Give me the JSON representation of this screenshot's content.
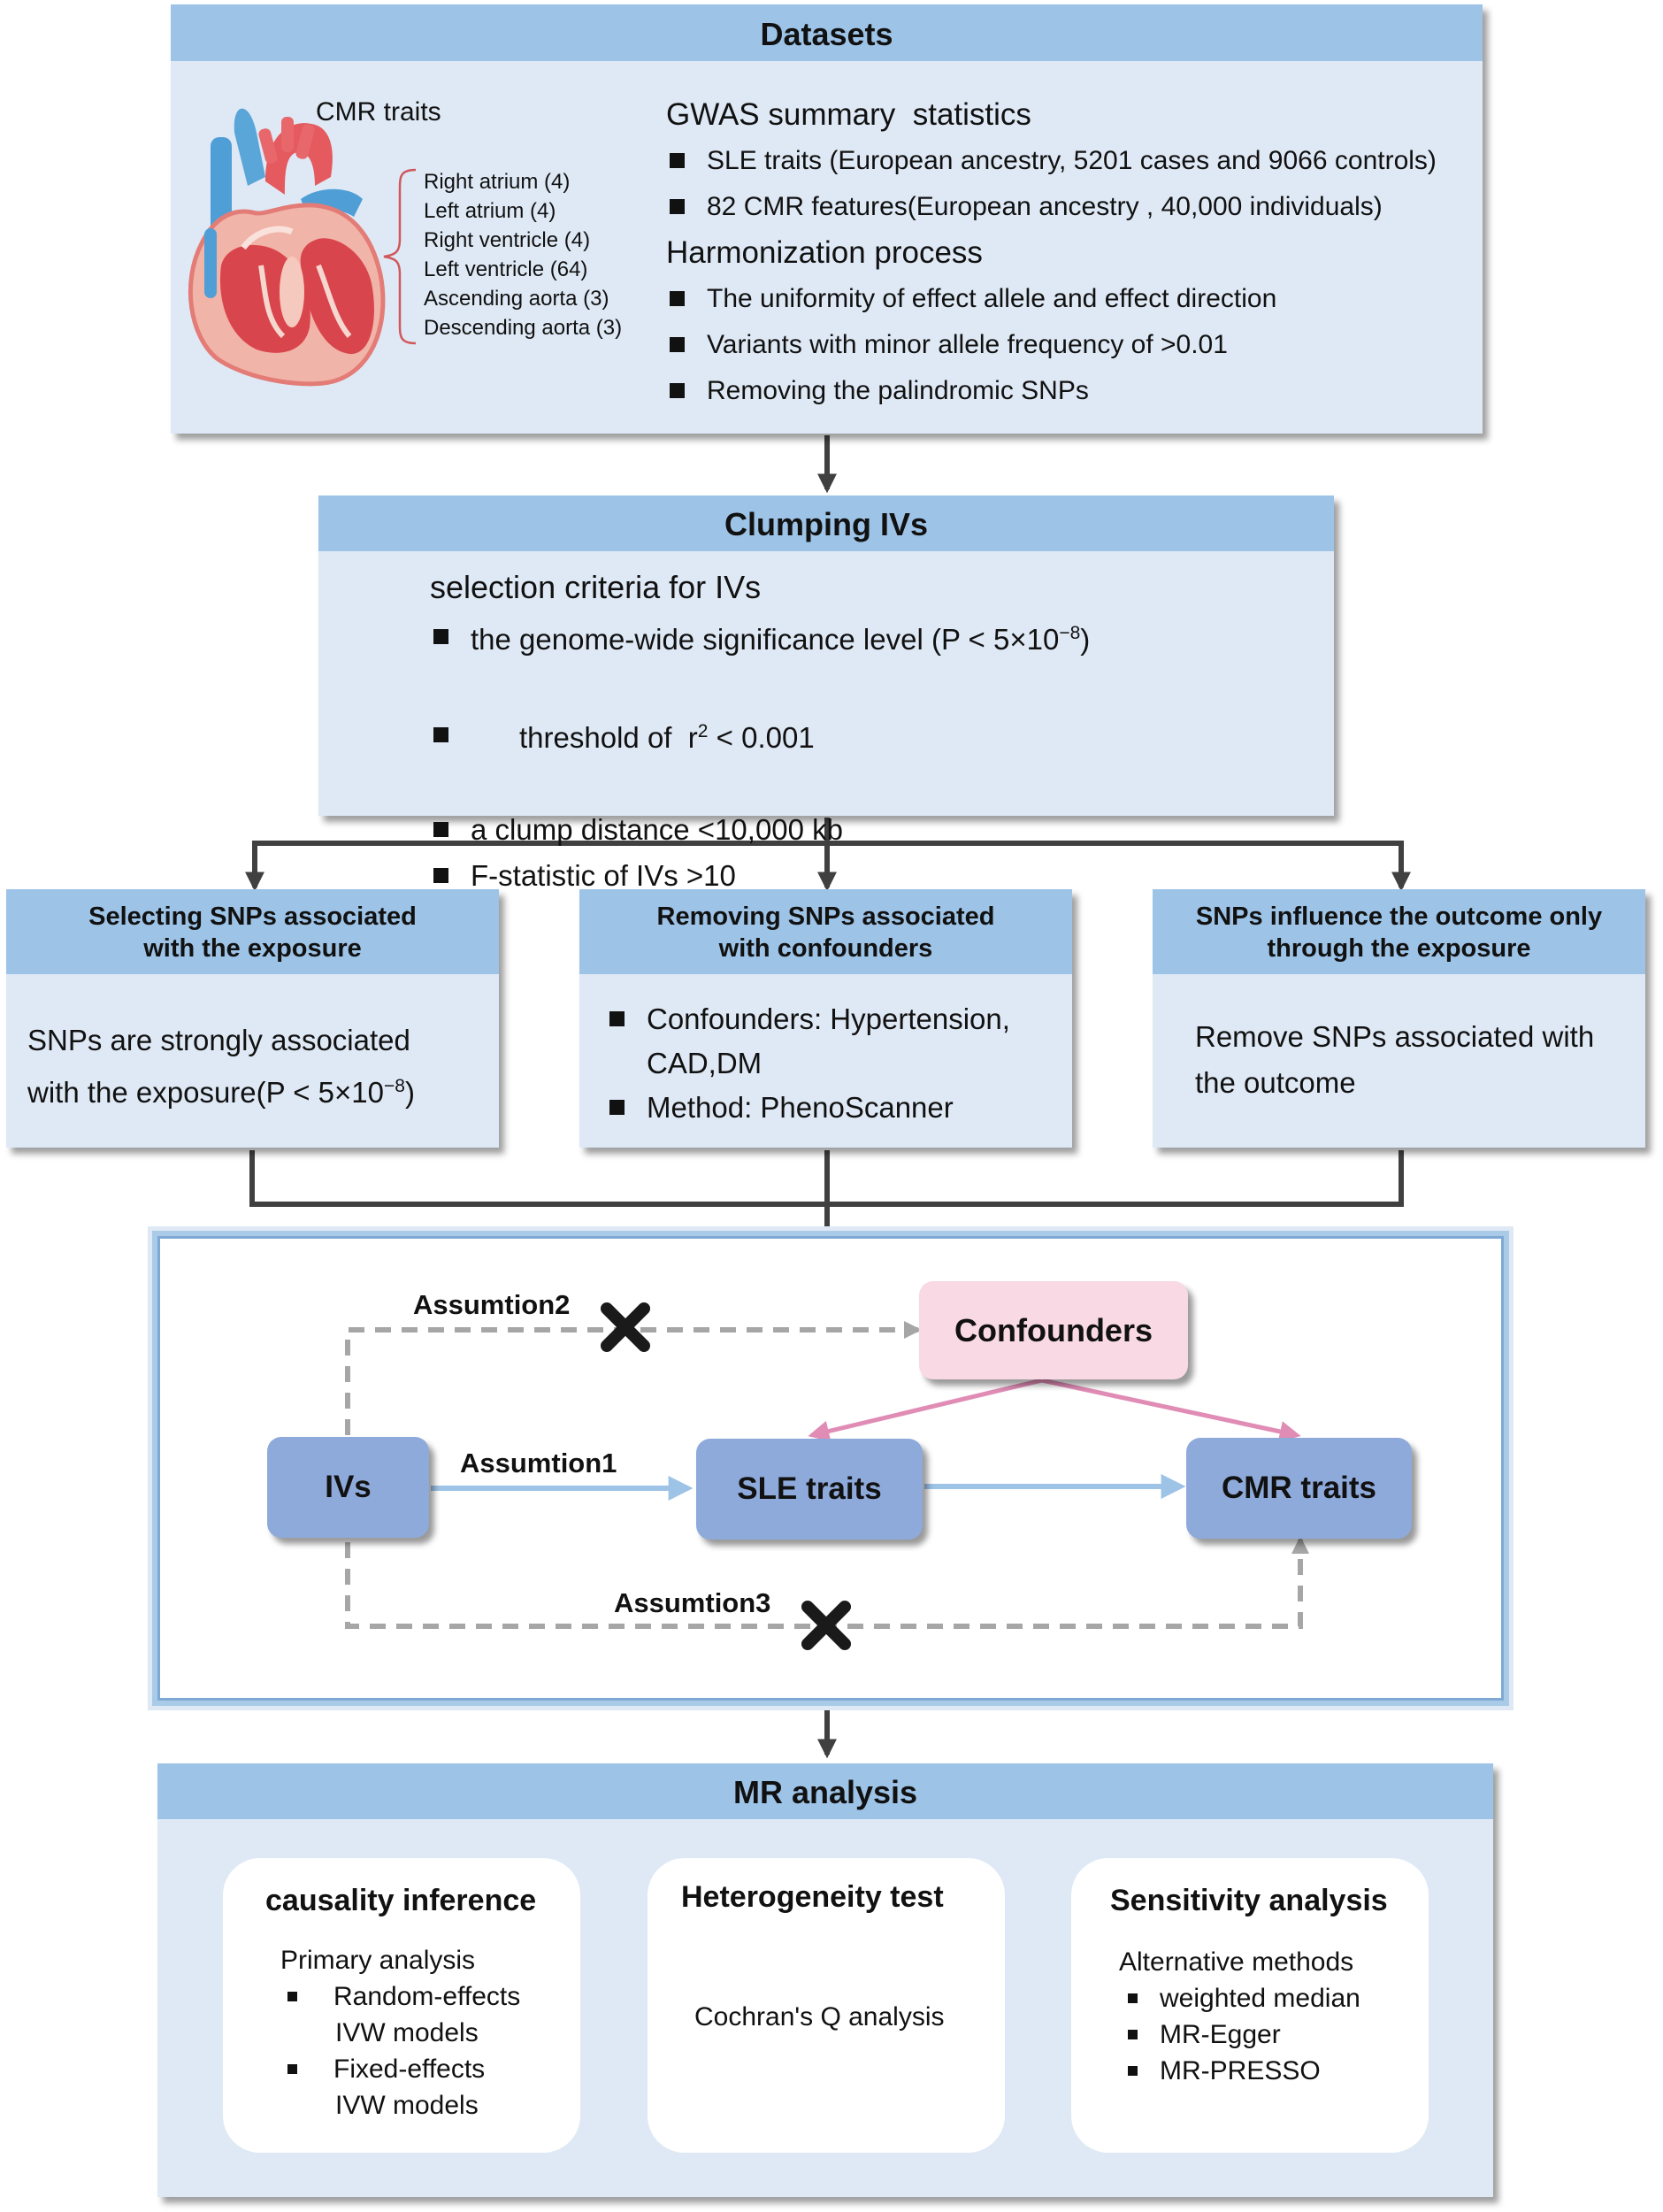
{
  "datasets": {
    "title": "Datasets",
    "cmr_traits_label": "CMR traits",
    "cmr_items": [
      "Right atrium (4)",
      "Left atrium (4)",
      "Right ventricle (4)",
      "Left ventricle (64)",
      "Ascending aorta (3)",
      "Descending aorta (3)"
    ],
    "gwas_heading": "GWAS summary  statistics",
    "gwas_items": [
      "SLE traits (European ancestry, 5201 cases and 9066 controls)",
      "82 CMR features(European ancestry , 40,000 individuals)"
    ],
    "harmonization_heading": "Harmonization process",
    "harmonization_items": [
      "The uniformity of effect allele and effect direction",
      "Variants with minor allele frequency of >0.01",
      "Removing the palindromic SNPs"
    ]
  },
  "clumping": {
    "title": "Clumping IVs",
    "heading": "selection criteria for IVs",
    "item1_prefix": "the genome-wide significance level (P < 5×10",
    "item1_exp": "−8",
    "item1_suffix": ")",
    "item2_prefix": "threshold of  r",
    "item2_exp": "2",
    "item2_suffix": " < 0.001",
    "item3": "a clump distance <10,000 kb",
    "item4": "F-statistic of IVs >10"
  },
  "selecting": {
    "title_line1": "Selecting SNPs associated",
    "title_line2": "with the exposure",
    "body_line1": "SNPs are strongly associated",
    "body_line2_prefix": "with the exposure(P < 5×10",
    "body_line2_exp": "−8",
    "body_line2_suffix": ")"
  },
  "removing": {
    "title_line1": "Removing SNPs associated",
    "title_line2": "with confounders",
    "item1_line1": "Confounders: Hypertension,",
    "item1_line2": "CAD,DM",
    "item2": "Method: PhenoScanner"
  },
  "influence": {
    "title_line1": "SNPs influence the outcome only",
    "title_line2": "through the exposure",
    "body_line1": "Remove SNPs associated with",
    "body_line2": "the outcome"
  },
  "assumptions": {
    "ivs": "IVs",
    "sle_traits": "SLE traits",
    "cmr_traits": "CMR traits",
    "confounders": "Confounders",
    "assumption1": "Assumtion1",
    "assumption2": "Assumtion2",
    "assumption3": "Assumtion3"
  },
  "mr": {
    "title": "MR analysis",
    "causality": {
      "title": "causality inference",
      "subheading": "Primary analysis",
      "item1_line1": "Random-effects",
      "item1_line2": "IVW models",
      "item2_line1": "Fixed-effects",
      "item2_line2": "IVW models"
    },
    "heterogeneity": {
      "title": "Heterogeneity test",
      "body": "Cochran's Q analysis"
    },
    "sensitivity": {
      "title": "Sensitivity analysis",
      "subheading": "Alternative methods",
      "items": [
        "weighted median",
        "MR-Egger",
        "MR-PRESSO"
      ]
    }
  },
  "colors": {
    "header_blue": "#9dc3e7",
    "panel_blue": "#dfe9f5",
    "node_blue": "#8eaadb",
    "confounder_pink": "#f8d9e4",
    "arrow_blue": "#9dc3e7",
    "arrow_pink": "#e08cb5",
    "dashed_gray": "#a6a6a6"
  }
}
